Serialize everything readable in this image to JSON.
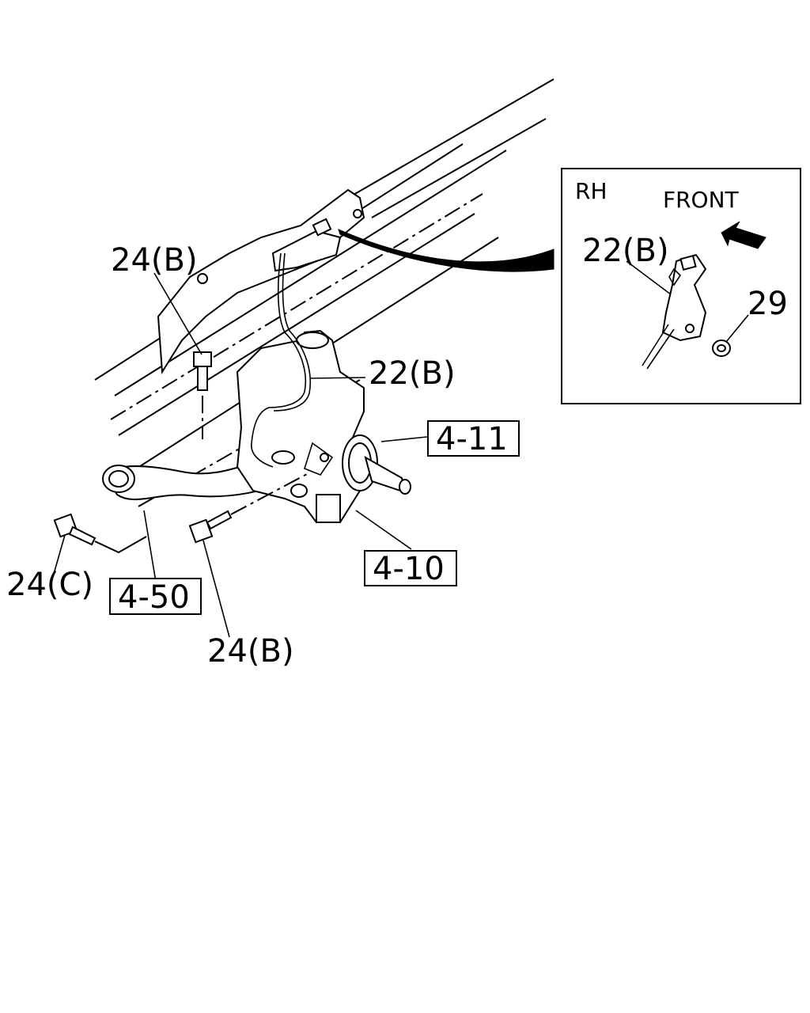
{
  "inset": {
    "side_label": "RH",
    "direction_label": "FRONT",
    "callouts": [
      "22(B)",
      "29"
    ]
  },
  "callouts": {
    "bolt_top": "24(B)",
    "bolt_left": "24(C)",
    "bolt_bottom": "24(B)",
    "harness": "22(B)"
  },
  "reference_boxes": [
    "4-11",
    "4-10",
    "4-50"
  ]
}
